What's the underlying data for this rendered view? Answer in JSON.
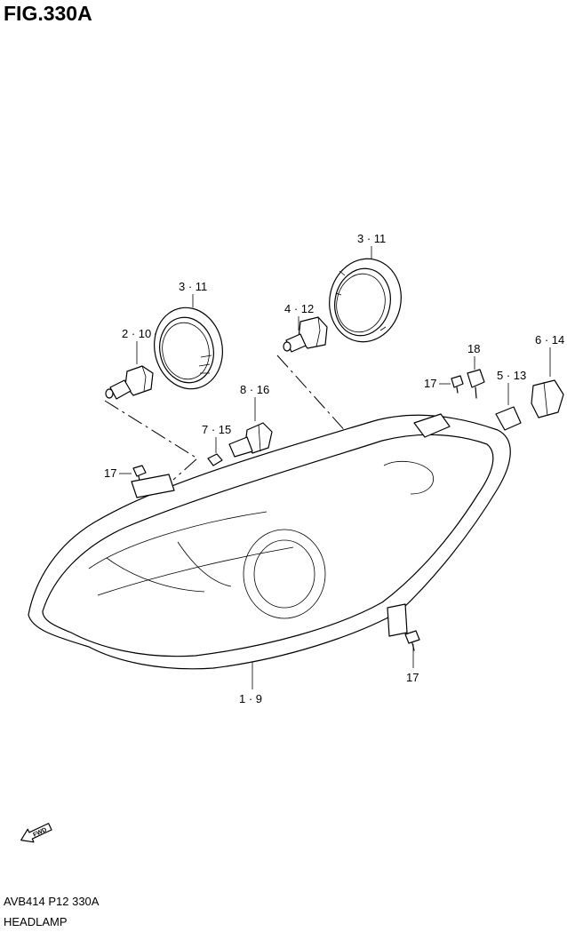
{
  "figure": {
    "title": "FIG.330A",
    "code": "AVB414 P12 330A",
    "name": "HEADLAMP"
  },
  "callouts": [
    {
      "id": "c1",
      "text": "3 · 11"
    },
    {
      "id": "c2",
      "text": "3 · 11"
    },
    {
      "id": "c3",
      "text": "2 · 10"
    },
    {
      "id": "c4",
      "text": "4 · 12"
    },
    {
      "id": "c5",
      "text": "18"
    },
    {
      "id": "c6",
      "text": "6 · 14"
    },
    {
      "id": "c7",
      "text": "17"
    },
    {
      "id": "c8",
      "text": "5 · 13"
    },
    {
      "id": "c9",
      "text": "8 · 16"
    },
    {
      "id": "c10",
      "text": "7 · 15"
    },
    {
      "id": "c11",
      "text": "17"
    },
    {
      "id": "c12",
      "text": "17"
    },
    {
      "id": "c13",
      "text": "1 · 9"
    }
  ],
  "fwd_label": "FWD"
}
